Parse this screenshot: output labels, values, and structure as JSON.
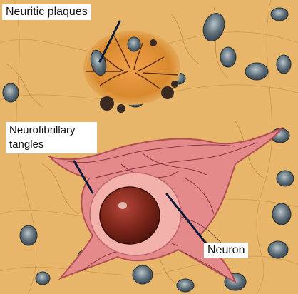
{
  "labels": {
    "neuritic_plaques": "Neuritic plaques",
    "neurofibrillary_tangles": "Neurofibrillary tangles",
    "neuron": "Neuron"
  },
  "colors": {
    "background_tissue": "#e8b66a",
    "plaque_core": "#d9892e",
    "neuron_cytoplasm": "#e58a8a",
    "nucleus": "#7a2418",
    "cell_nuclei": "#5f6f78",
    "pointer_line": "#0d1a3a"
  }
}
